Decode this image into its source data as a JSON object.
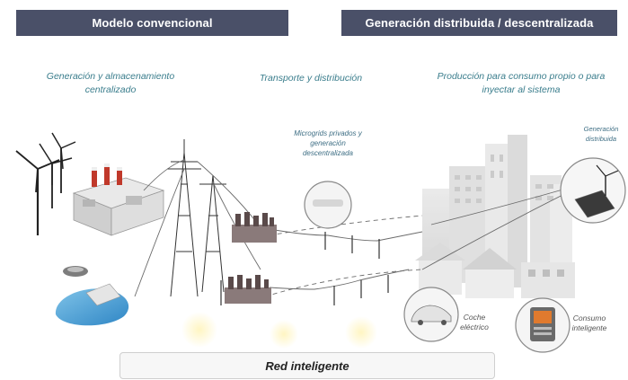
{
  "headers": {
    "conventional": "Modelo convencional",
    "distributed": "Generación distribuida / descentralizada"
  },
  "captions": {
    "central_generation": "Generación y almacenamiento centralizado",
    "transport": "Transporte y distribución",
    "own_consumption": "Producción para consumo propio o para inyectar al sistema",
    "microgrids": "Microgrids privados y generación descentralizada",
    "distributed_generation": "Generación distribuida",
    "electric_car": "Coche eléctrico",
    "smart_consumption": "Consumo inteligente"
  },
  "footer": {
    "label": "Red inteligente"
  },
  "colors": {
    "header_bg": "#4a5068",
    "caption": "#3a7d8c",
    "line": "#6b6b6b"
  }
}
